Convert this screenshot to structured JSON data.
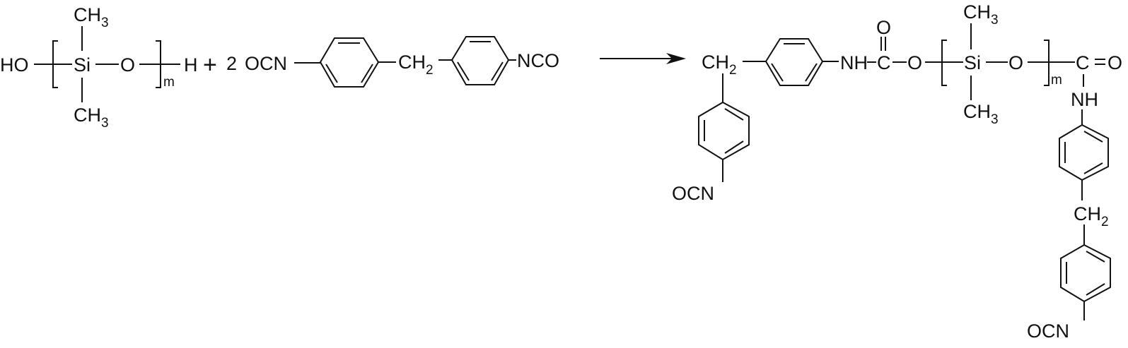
{
  "diagram": {
    "type": "chemical-reaction-scheme",
    "description": "Hydroxyl-terminated polydimethylsiloxane reacting with 2 equivalents of MDI to give an NCO-terminated prepolymer",
    "colors": {
      "ink": "#111111",
      "background": "#ffffff"
    },
    "reactant1": {
      "name": "hydroxyl-terminated PDMS",
      "left_end": "HO",
      "right_end": "H",
      "backbone_atoms": [
        "Si",
        "O"
      ],
      "substituent_top": "CH",
      "substituent_top_sub": "3",
      "substituent_bottom": "CH",
      "substituent_bottom_sub": "3",
      "repeat_subscript": "m"
    },
    "plus_sign": "+",
    "reactant2": {
      "name": "MDI (methylene diphenyl diisocyanate)",
      "coefficient": "2",
      "left_group": "OCN",
      "bridge": "CH",
      "bridge_sub": "2",
      "right_group": "NCO"
    },
    "arrow": {
      "direction": "right"
    },
    "product": {
      "name": "NCO-terminated PDMS-urethane prepolymer",
      "left_bridge": "CH",
      "left_bridge_sub": "2",
      "left_terminal": "OCN",
      "urethane_nh": "NH",
      "urethane_c": "C",
      "urethane_carbonyl_o": "O",
      "urethane_o": "O",
      "backbone_atoms": [
        "Si",
        "O"
      ],
      "substituent_top": "CH",
      "substituent_top_sub": "3",
      "substituent_bottom": "CH",
      "substituent_bottom_sub": "3",
      "repeat_subscript": "m",
      "right_carbonyl_c": "C",
      "right_carbonyl_o": "O",
      "right_nh": "NH",
      "right_bridge": "CH",
      "right_bridge_sub": "2",
      "right_terminal": "OCN"
    }
  }
}
